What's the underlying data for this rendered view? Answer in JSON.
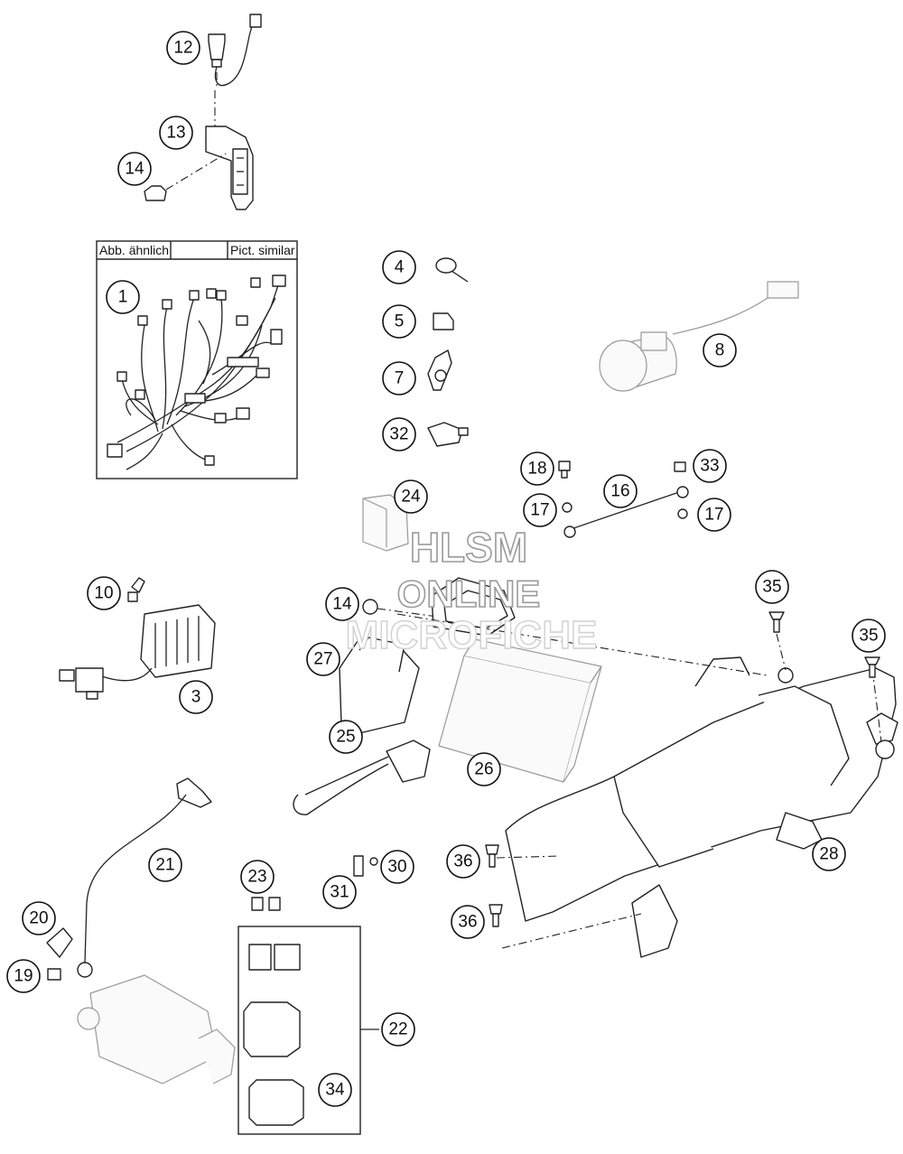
{
  "box_labels": {
    "left": "Abb. ähnlich",
    "right": "Pict. similar"
  },
  "watermark": {
    "line1": "HLSM",
    "line2": "ONLINE",
    "line3": "MICROFICHE"
  },
  "callouts": [
    {
      "id": "c12",
      "label": "12"
    },
    {
      "id": "c13",
      "label": "13"
    },
    {
      "id": "c14a",
      "label": "14"
    },
    {
      "id": "c1",
      "label": "1"
    },
    {
      "id": "c4",
      "label": "4"
    },
    {
      "id": "c5",
      "label": "5"
    },
    {
      "id": "c7",
      "label": "7"
    },
    {
      "id": "c32",
      "label": "32"
    },
    {
      "id": "c8",
      "label": "8"
    },
    {
      "id": "c18",
      "label": "18"
    },
    {
      "id": "c33",
      "label": "33"
    },
    {
      "id": "c16",
      "label": "16"
    },
    {
      "id": "c17a",
      "label": "17"
    },
    {
      "id": "c17b",
      "label": "17"
    },
    {
      "id": "c24",
      "label": "24"
    },
    {
      "id": "c10",
      "label": "10"
    },
    {
      "id": "c3",
      "label": "3"
    },
    {
      "id": "c14b",
      "label": "14"
    },
    {
      "id": "c27",
      "label": "27"
    },
    {
      "id": "c35a",
      "label": "35"
    },
    {
      "id": "c35b",
      "label": "35"
    },
    {
      "id": "c25",
      "label": "25"
    },
    {
      "id": "c26",
      "label": "26"
    },
    {
      "id": "c21",
      "label": "21"
    },
    {
      "id": "c36a",
      "label": "36"
    },
    {
      "id": "c36b",
      "label": "36"
    },
    {
      "id": "c28",
      "label": "28"
    },
    {
      "id": "c23",
      "label": "23"
    },
    {
      "id": "c30",
      "label": "30"
    },
    {
      "id": "c31",
      "label": "31"
    },
    {
      "id": "c20",
      "label": "20"
    },
    {
      "id": "c19",
      "label": "19"
    },
    {
      "id": "c22",
      "label": "22"
    },
    {
      "id": "c34",
      "label": "34"
    }
  ]
}
